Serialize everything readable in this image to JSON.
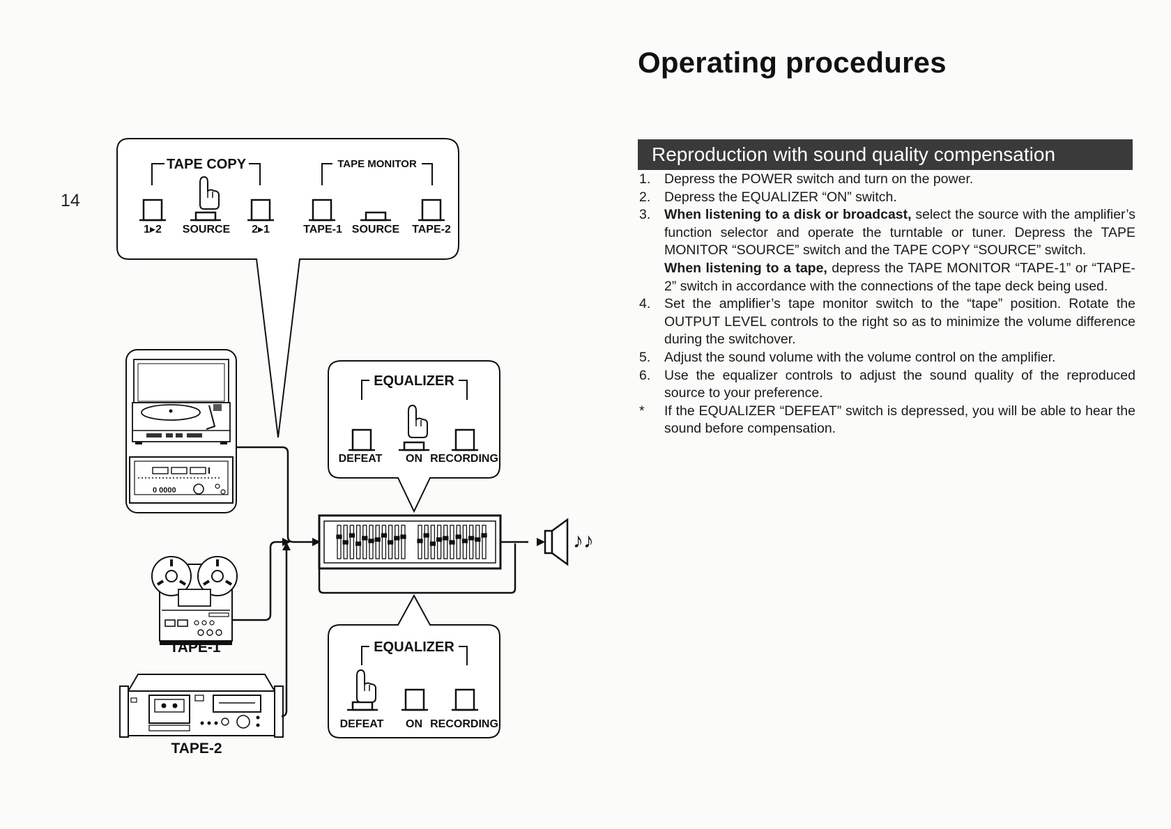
{
  "page_number": "14",
  "title": "Operating procedures",
  "section_heading": "Reproduction with sound quality compensation",
  "steps": [
    {
      "num": "1.",
      "text": "Depress the POWER switch and turn on the power."
    },
    {
      "num": "2.",
      "text": "Depress the EQUALIZER “ON” switch."
    },
    {
      "num": "3.",
      "lead": "When listening to a disk or broadcast,",
      "text": " select the source with the amplifier’s function selector and operate the turntable or tuner. Depress the TAPE MONITOR “SOURCE” switch and the TAPE COPY “SOURCE” switch.",
      "lead2": "When listening to a tape,",
      "text2": " depress the TAPE MONITOR “TAPE-1” or “TAPE-2” switch in accordance with the connections of the tape deck being used."
    },
    {
      "num": "4.",
      "text": "Set the amplifier’s tape monitor switch to the “tape” position. Rotate the OUTPUT LEVEL controls to the right so as to minimize the volume difference during the switchover."
    },
    {
      "num": "5.",
      "text": "Adjust the sound volume with the volume control on the amplifier."
    },
    {
      "num": "6.",
      "text": "Use the equalizer controls to adjust the sound quality of the reproduced source to your preference."
    },
    {
      "num": "*",
      "text": "If the EQUALIZER “DEFEAT” switch is depressed, you will be able to hear the sound before compensation."
    }
  ],
  "diagram": {
    "tape_copy": {
      "label": "TAPE COPY",
      "switches": [
        "1▸2",
        "SOURCE",
        "2▸1"
      ],
      "pressed": "SOURCE"
    },
    "tape_monitor": {
      "label": "TAPE MONITOR",
      "switches": [
        "TAPE-1",
        "SOURCE",
        "TAPE-2"
      ],
      "pressed": "SOURCE"
    },
    "equalizer_top": {
      "label": "EQUALIZER",
      "switches": [
        "DEFEAT",
        "ON",
        "RECORDING"
      ],
      "pressed": "ON"
    },
    "equalizer_bottom": {
      "label": "EQUALIZER",
      "switches": [
        "DEFEAT",
        "ON",
        "RECORDING"
      ],
      "pressed": "DEFEAT"
    },
    "devices": {
      "tape1": "TAPE-1",
      "tape2": "TAPE-2"
    },
    "music_notes": "♪♪",
    "receiver_display": "0 0000"
  }
}
